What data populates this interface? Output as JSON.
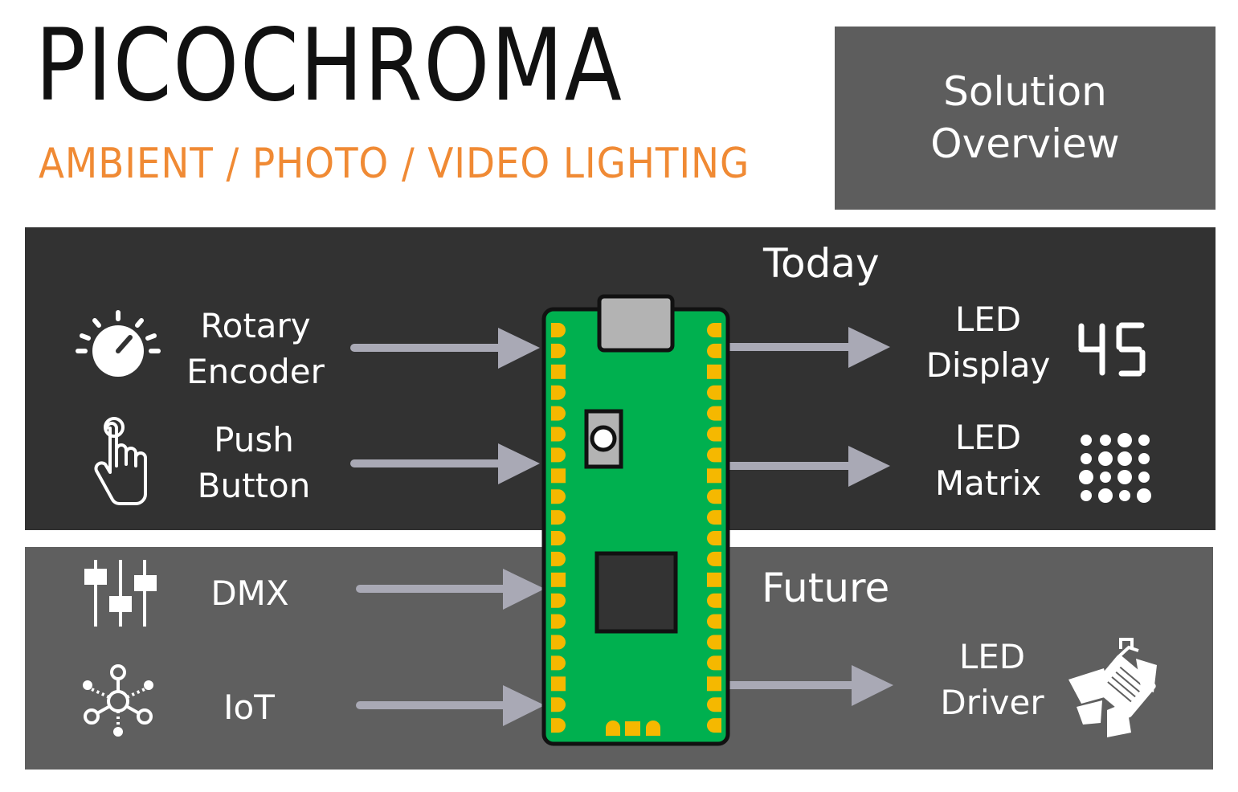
{
  "header": {
    "title": "PICOCHROMA",
    "subtitle": "AMBIENT / PHOTO / VIDEO LIGHTING"
  },
  "overview": {
    "line1": "Solution",
    "line2": "Overview"
  },
  "sections": {
    "today": "Today",
    "future": "Future"
  },
  "inputs": {
    "rotary": {
      "line1": "Rotary",
      "line2": "Encoder",
      "icon": "rotary-knob-icon"
    },
    "push": {
      "line1": "Push",
      "line2": "Button",
      "icon": "pointing-hand-icon"
    },
    "dmx": {
      "label": "DMX",
      "icon": "fader-sliders-icon"
    },
    "iot": {
      "label": "IoT",
      "icon": "network-hub-icon"
    }
  },
  "outputs": {
    "display": {
      "line1": "LED",
      "line2": "Display",
      "digits": "45",
      "icon": "seven-segment-icon"
    },
    "matrix": {
      "line1": "LED",
      "line2": "Matrix",
      "icon": "dot-matrix-icon"
    },
    "driver": {
      "line1": "LED",
      "line2": "Driver",
      "icon": "stage-spotlight-icon"
    }
  },
  "colors": {
    "accent": "#f08a34",
    "today_panel": "#323232",
    "future_panel": "#5f5f5f",
    "board": "#00b04f",
    "pads": "#f5b800",
    "arrows": "#a9a9b5"
  }
}
